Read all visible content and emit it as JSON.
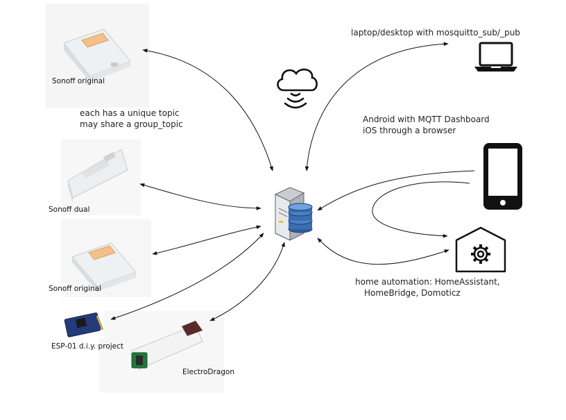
{
  "devices": {
    "sonoff_original_1": "Sonoff original",
    "sonoff_dual": "Sonoff dual",
    "sonoff_original_2": "Sonoff original",
    "esp01": "ESP-01 d.i.y. project",
    "electrodragon": "ElectroDragon"
  },
  "topic_note": {
    "line1": "each has a unique topic",
    "line2": "may share a group_topic"
  },
  "clients": {
    "laptop": "laptop/desktop with mosquitto_sub/_pub",
    "mobile_line1": "Android with MQTT Dashboard",
    "mobile_line2": "iOS through a browser",
    "home_line1": "home automation: HomeAssistant,",
    "home_line2": "HomeBridge, Domoticz"
  },
  "icons": [
    "cloud-wifi-icon",
    "server-database-icon",
    "laptop-icon",
    "smartphone-icon",
    "home-gear-icon"
  ]
}
